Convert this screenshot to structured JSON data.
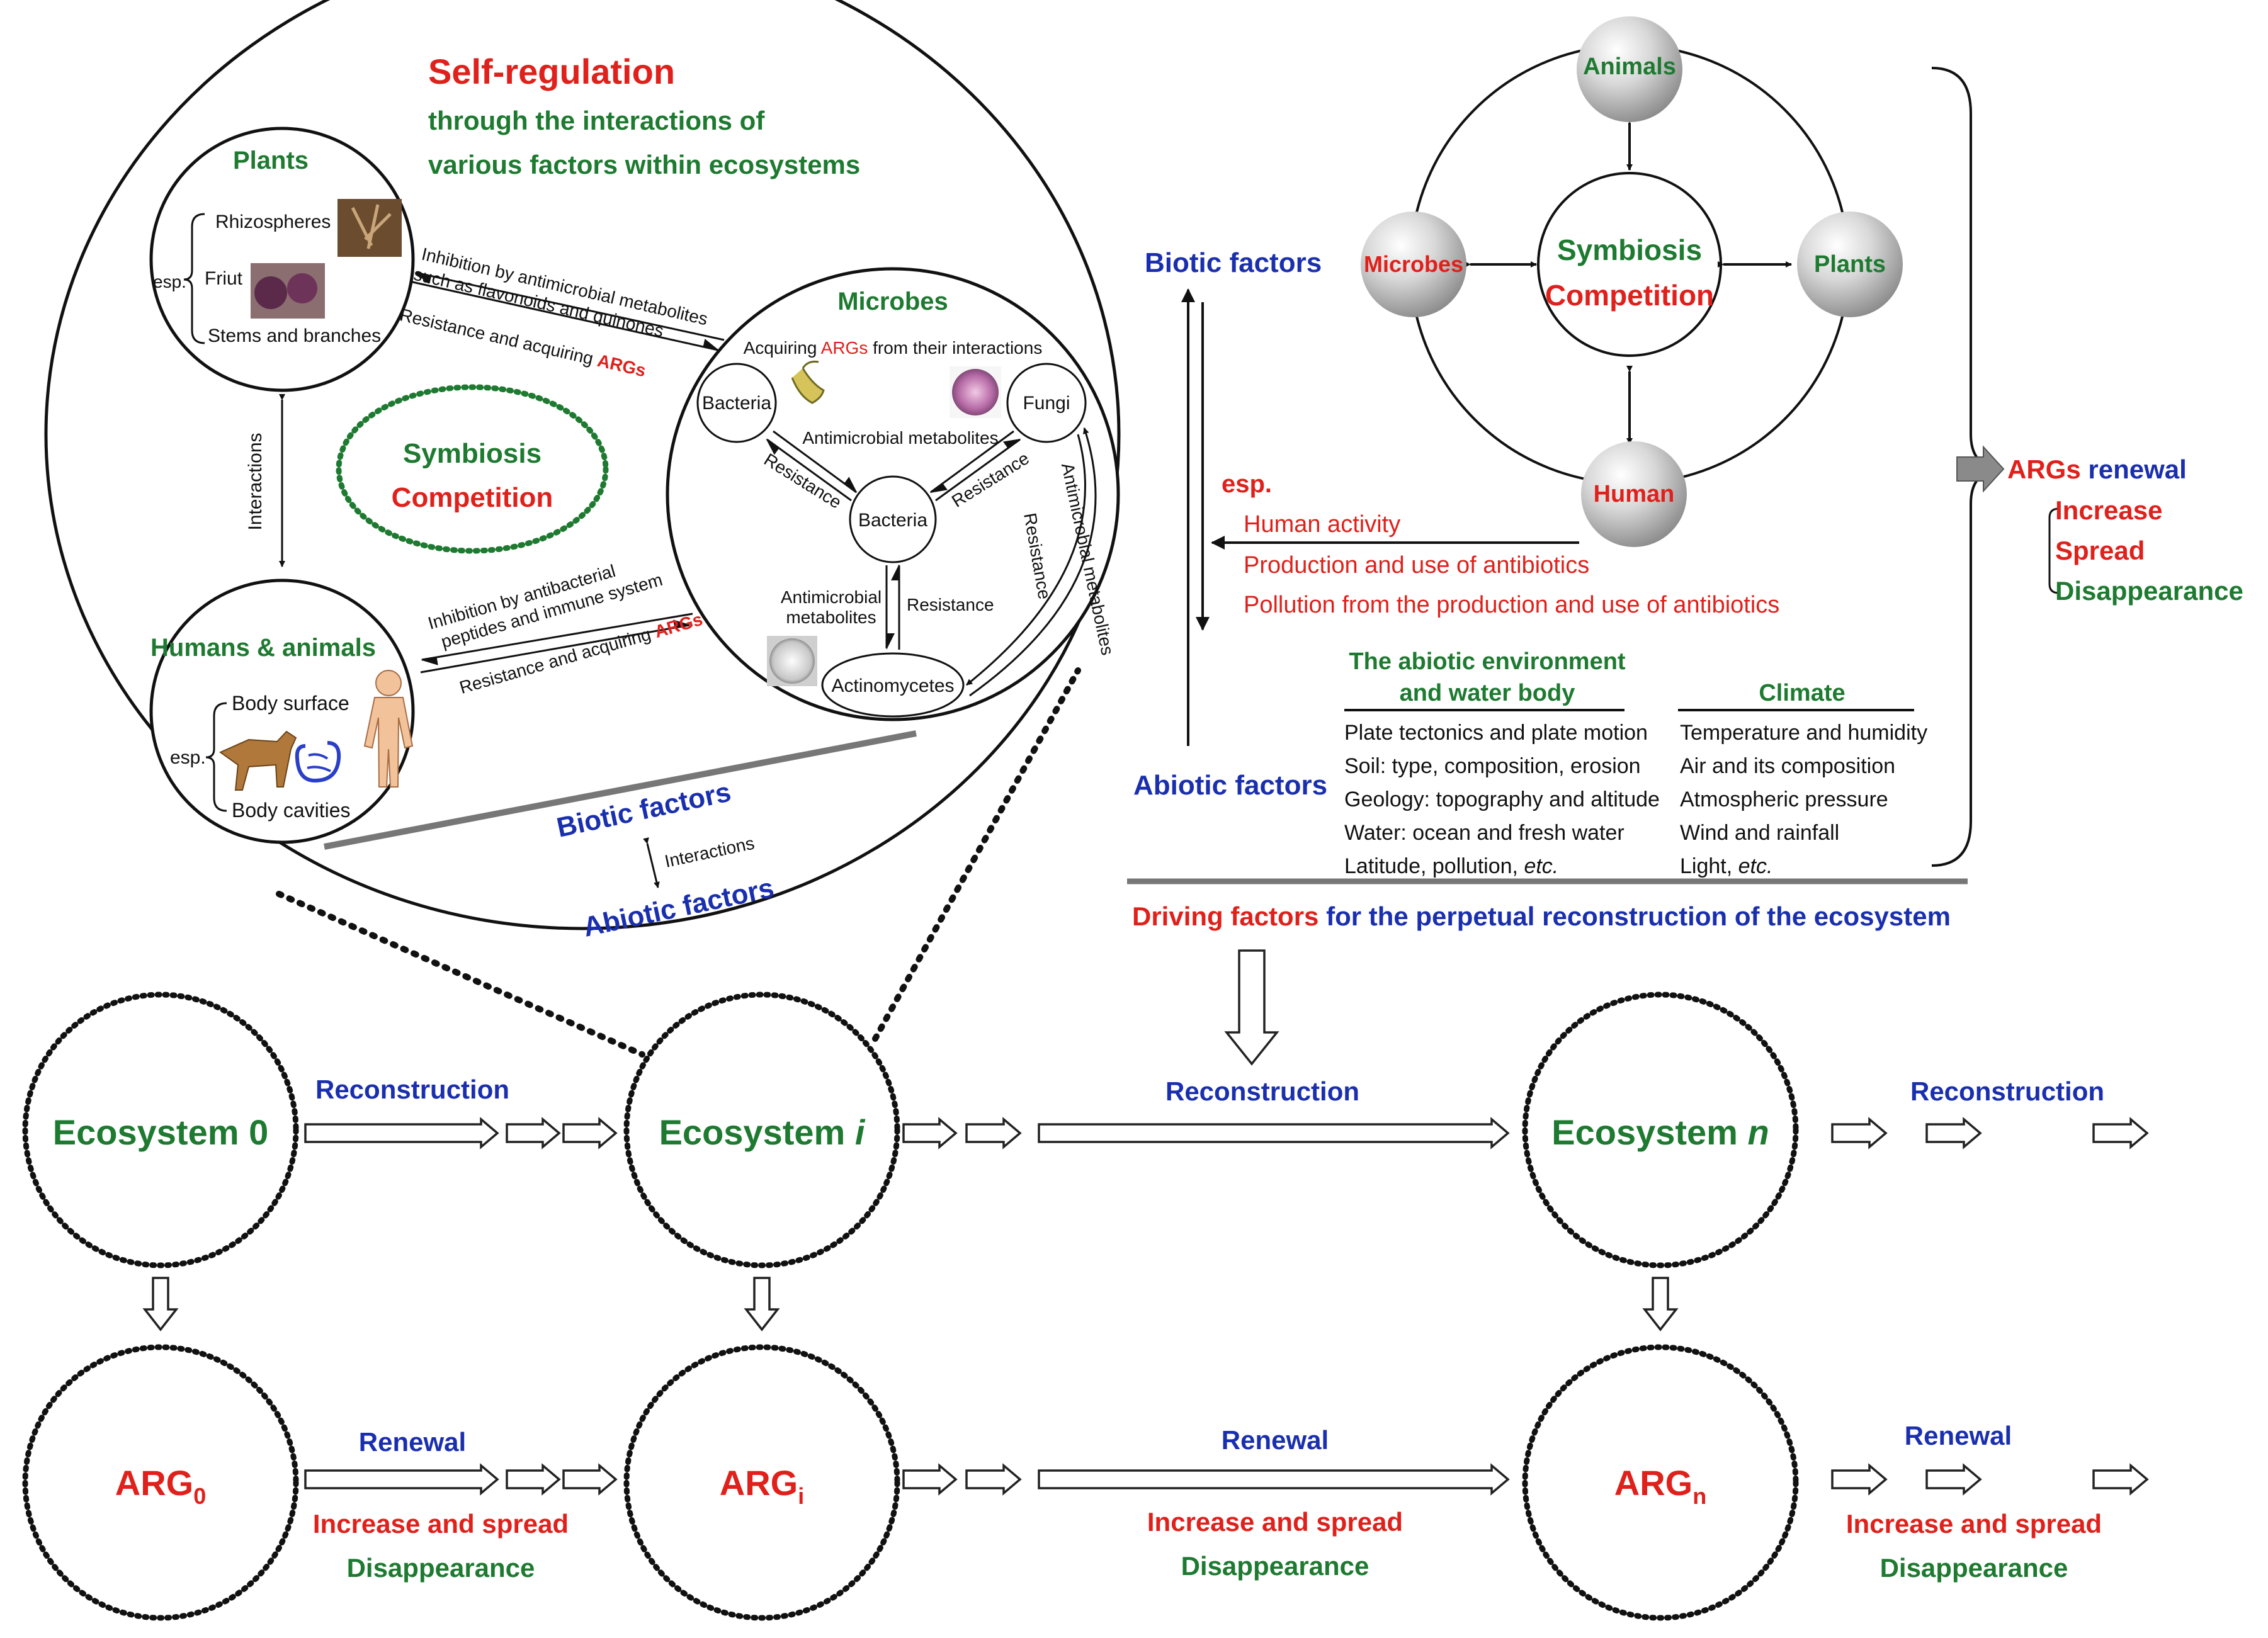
{
  "colors": {
    "red": "#e0201b",
    "green": "#1e7a30",
    "blue": "#1a2fae",
    "black": "#111111"
  },
  "self_regulation": {
    "title": "Self-regulation",
    "subtitle_line1": "through the interactions of",
    "subtitle_line2": "various factors within ecosystems"
  },
  "plants": {
    "title": "Plants",
    "esp": "esp.",
    "item1": "Rhizospheres",
    "item2": "Friut",
    "item3": "Stems and branches"
  },
  "humans_animals": {
    "title": "Humans & animals",
    "esp": "esp.",
    "item1": "Body surface",
    "item2": "Body cavities"
  },
  "microbes": {
    "title": "Microbes",
    "acquiring_pre": "Acquiring ",
    "acquiring_args": "ARGs",
    "acquiring_post": " from their interactions",
    "bacteria1": "Bacteria",
    "fungi": "Fungi",
    "bacteria2": "Bacteria",
    "actinomycetes": "Actinomycetes",
    "antimicrobial_metabolites": "Antimicrobial metabolites",
    "resistance_left": "Resistance",
    "resistance_right": "Resistance",
    "resistance_down": "Resistance",
    "am_line1": "Antimicrobial",
    "am_line2": "metabolites",
    "arc_metabolites": "Antimicrobial metabolites",
    "arc_resistance": "Resistance"
  },
  "left_symbiosis": {
    "symbiosis": "Symbiosis",
    "competition": "Competition"
  },
  "interactions_vertical": "Interactions",
  "plant_microbe": {
    "inhibition_line1": "Inhibition by antimicrobial metabolites",
    "inhibition_line2": "such as flavonoids and quinones",
    "resistance_pre": "Resistance and acquiring ",
    "resistance_args": "ARGs"
  },
  "human_microbe": {
    "inhibition_line1": "Inhibition by antibacterial",
    "inhibition_line2": "peptides and immune system",
    "resistance_pre": "Resistance and acquiring ",
    "resistance_args": "ARGs"
  },
  "bottom_bubble": {
    "biotic": "Biotic factors",
    "interactions": "Interactions",
    "abiotic": "Abiotic factors"
  },
  "right_panel": {
    "biotic_factors": "Biotic factors",
    "abiotic_factors": "Abiotic factors",
    "animals": "Animals",
    "microbes": "Microbes",
    "plants": "Plants",
    "human": "Human",
    "center_symbiosis": "Symbiosis",
    "center_competition": "Competition",
    "esp": "esp.",
    "human_activity": "Human activity",
    "production_use": "Production and use of antibiotics",
    "pollution": "Pollution from the production and use of antibiotics",
    "abiotic_env_line1": "The abiotic environment",
    "abiotic_env_line2": "and water body",
    "climate": "Climate",
    "env_items": [
      "Plate tectonics and plate motion",
      "Soil: type, composition, erosion",
      "Geology: topography and altitude",
      "Water: ocean and fresh water",
      "Latitude, pollution, etc."
    ],
    "climate_items": [
      "Temperature and humidity",
      "Air and its composition",
      "Atmospheric pressure",
      "Wind and rainfall",
      "Light, etc."
    ],
    "args_renewal_args": "ARGs",
    "args_renewal_word": "renewal",
    "increase": "Increase",
    "spread": "Spread",
    "disappearance": "Disappearance",
    "driving_red": "Driving factors",
    "driving_blue": "for the perpetual reconstruction of the ecosystem"
  },
  "ecosystems": {
    "eco0": "Ecosystem 0",
    "ecoi_base": "Ecosystem ",
    "ecoi_var": "i",
    "econ_base": "Ecosystem ",
    "econ_var": "n",
    "reconstruction": "Reconstruction"
  },
  "args_row": {
    "arg_base": "ARG",
    "sub0": "0",
    "subi": "i",
    "subn": "n",
    "renewal": "Renewal",
    "increase_spread": "Increase and spread",
    "disappearance": "Disappearance"
  }
}
